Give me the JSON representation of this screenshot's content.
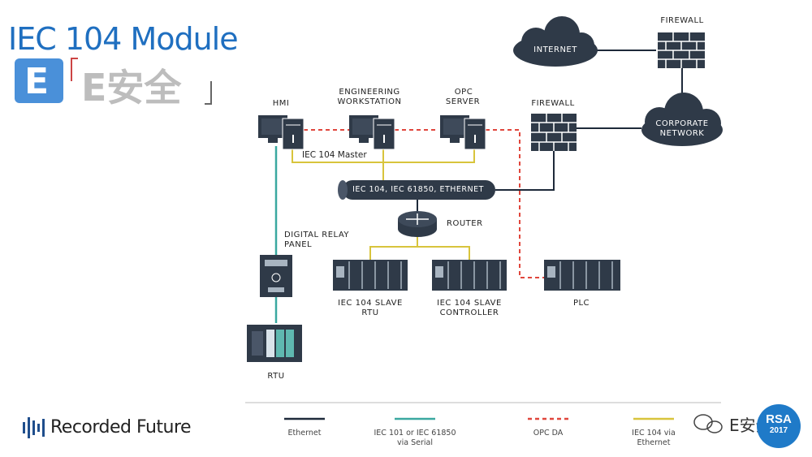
{
  "title": "IEC 104 Module",
  "watermark_text": "E安全",
  "labels": {
    "internet": "INTERNET",
    "firewall_top": "FIREWALL",
    "firewall_mid": "FIREWALL",
    "corporate_network_1": "CORPORATE",
    "corporate_network_2": "NETWORK",
    "hmi": "HMI",
    "eng_ws_1": "ENGINEERING",
    "eng_ws_2": "WORKSTATION",
    "opc_1": "OPC",
    "opc_2": "SERVER",
    "iec104_master": "IEC 104 Master",
    "bus": "IEC 104, IEC 61850, ETHERNET",
    "router": "ROUTER",
    "relay_1": "DIGITAL RELAY",
    "relay_2": "PANEL",
    "slave_rtu_1": "IEC 104 SLAVE",
    "slave_rtu_2": "RTU",
    "slave_ctrl_1": "IEC 104 SLAVE",
    "slave_ctrl_2": "CONTROLLER",
    "plc": "PLC",
    "rtu": "RTU"
  },
  "legend": {
    "ethernet": "Ethernet",
    "serial_1": "IEC 101 or IEC 61850",
    "serial_2": "via Serial",
    "opc_da": "OPC DA",
    "iec104_eth_1": "IEC 104 via",
    "iec104_eth_2": "Ethernet"
  },
  "colors": {
    "ethernet": "#1e2a3a",
    "serial": "#3aa8a0",
    "opc_da": "#e0463c",
    "iec104": "#d8c43c",
    "title": "#1f6fc0"
  },
  "brand": "Recorded Future",
  "badge_top": "RSA",
  "badge_year": "2017",
  "wechat_text": "E安全"
}
